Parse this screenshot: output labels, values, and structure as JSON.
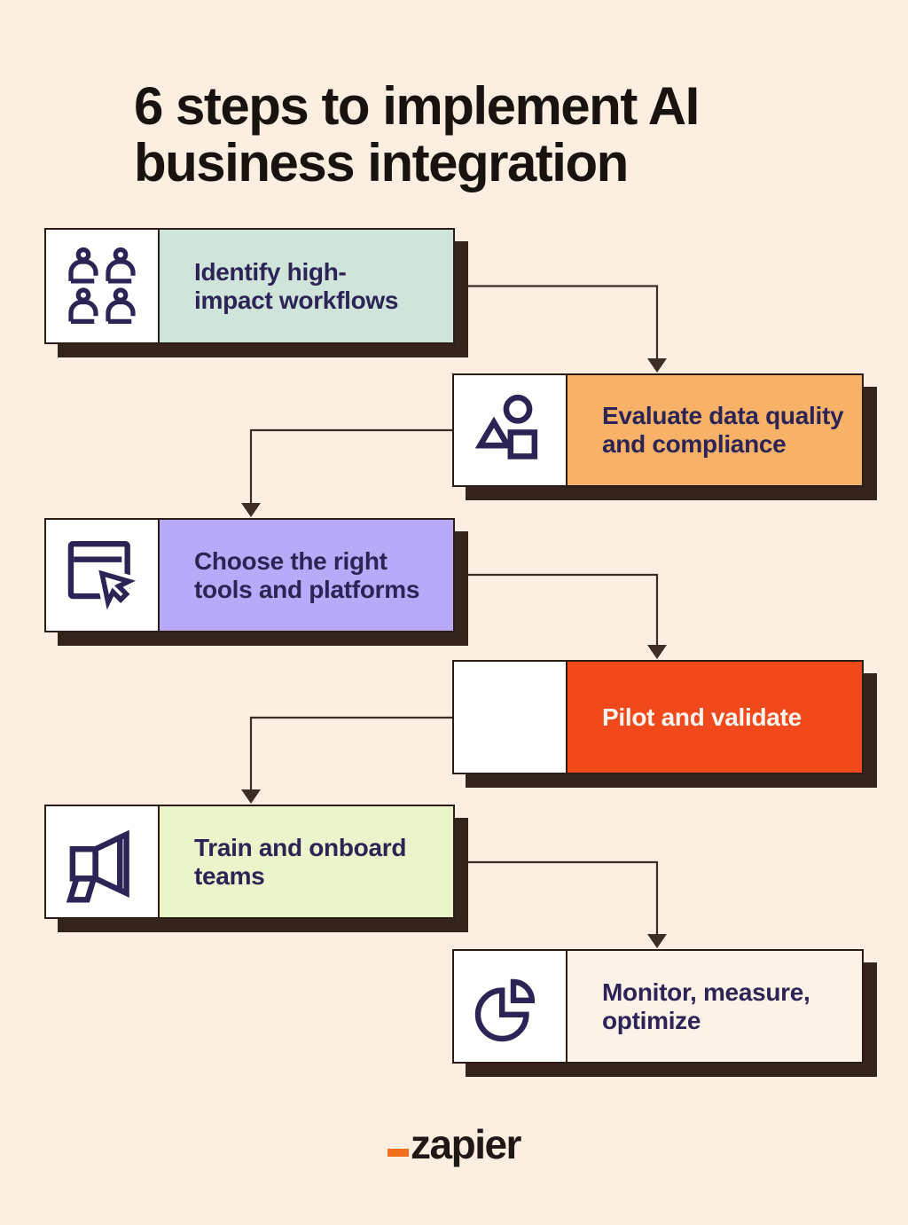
{
  "title": {
    "line1": "6 steps to implement AI",
    "line2": "business integration"
  },
  "steps": [
    {
      "icon": "team-icon",
      "line1": "Identify high-",
      "line2": "impact workflows",
      "bg": "#cfe4db",
      "text_color": "#2d2456"
    },
    {
      "icon": "shapes-icon",
      "line1": "Evaluate data quality",
      "line2": "and compliance",
      "bg": "#f8b268",
      "text_color": "#2d2456"
    },
    {
      "icon": "browser-cursor-icon",
      "line1": "Choose the right",
      "line2": "tools and platforms",
      "bg": "#b7aaf8",
      "text_color": "#2d2456"
    },
    {
      "icon": "none",
      "line1": "Pilot and validate",
      "line2": "",
      "bg": "#f1481c",
      "text_color": "#fdf6ee"
    },
    {
      "icon": "megaphone-icon",
      "line1": "Train and onboard",
      "line2": "teams",
      "bg": "#ebf4cb",
      "text_color": "#2d2456"
    },
    {
      "icon": "pie-chart-icon",
      "line1": "Monitor, measure,",
      "line2": "optimize",
      "bg": "#fdf2e8",
      "text_color": "#2d2456"
    }
  ],
  "footer": {
    "logo_text": "zapier"
  },
  "colors": {
    "background": "#fcefe1",
    "title": "#191310",
    "card-border": "#2b1d16",
    "shadow": "#35241c",
    "connector": "#3e2d22",
    "icon-navy": "#2d2456",
    "icon-box-bg": "#ffffff",
    "zapier-orange": "#f2701e",
    "zapier-text": "#201814"
  }
}
